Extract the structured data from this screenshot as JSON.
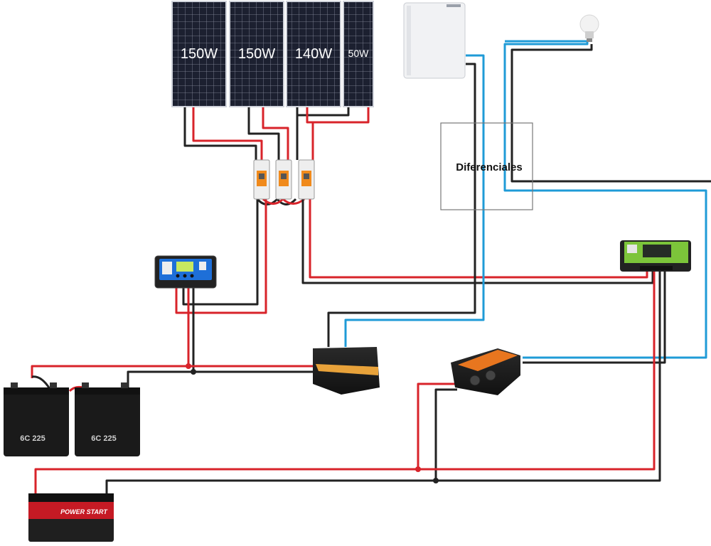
{
  "panels": [
    {
      "label": "150W"
    },
    {
      "label": "150W"
    },
    {
      "label": "140W"
    },
    {
      "label": "50W"
    }
  ],
  "differentials": {
    "label": "Diferenciales"
  },
  "batteries": {
    "model": "6C 225"
  },
  "car_battery": {
    "brand": "POWER START"
  },
  "icons": [
    "solar-panel-icon",
    "breaker-icon",
    "charge-controller-icon",
    "battery-icon",
    "inverter-icon",
    "fridge-icon",
    "light-bulb-icon"
  ],
  "colors": {
    "positive": "#d8232a",
    "negative": "#222222",
    "ac": "#1f9bd7",
    "panel": "#1b1e2b",
    "breaker": "#f08a1c"
  }
}
